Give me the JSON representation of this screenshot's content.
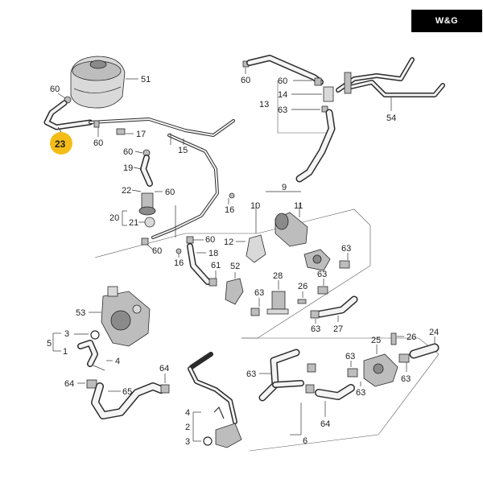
{
  "brand": {
    "logo_text": "W&G"
  },
  "callouts": {
    "c51": "51",
    "c60a": "60",
    "c23": "23",
    "c60b": "60",
    "c17": "17",
    "c15": "15",
    "c60c": "60",
    "c19": "19",
    "c22": "22",
    "c60d": "60",
    "c20": "20",
    "c21": "21",
    "c16a": "16",
    "c60e": "60",
    "c18": "18",
    "c60f": "60",
    "c16b": "16",
    "c60g": "60",
    "c60h": "60",
    "c14": "14",
    "c13": "13",
    "c63a": "63",
    "c54": "54",
    "c9": "9",
    "c10": "10",
    "c11": "11",
    "c12": "12",
    "c63b": "63",
    "c61": "61",
    "c52": "52",
    "c28": "28",
    "c26a": "26",
    "c63c": "63",
    "c63d": "63",
    "c63e": "63",
    "c27": "27",
    "c53": "53",
    "c3a": "3",
    "c5": "5",
    "c1": "1",
    "c4a": "4",
    "c64a": "64",
    "c65": "65",
    "c64b": "64",
    "c63f": "63",
    "c63g": "63",
    "c26b": "26",
    "c24": "24",
    "c25": "25",
    "c63h": "63",
    "c63i": "63",
    "c4b": "4",
    "c2": "2",
    "c3b": "3",
    "c64c": "64",
    "c6": "6"
  }
}
